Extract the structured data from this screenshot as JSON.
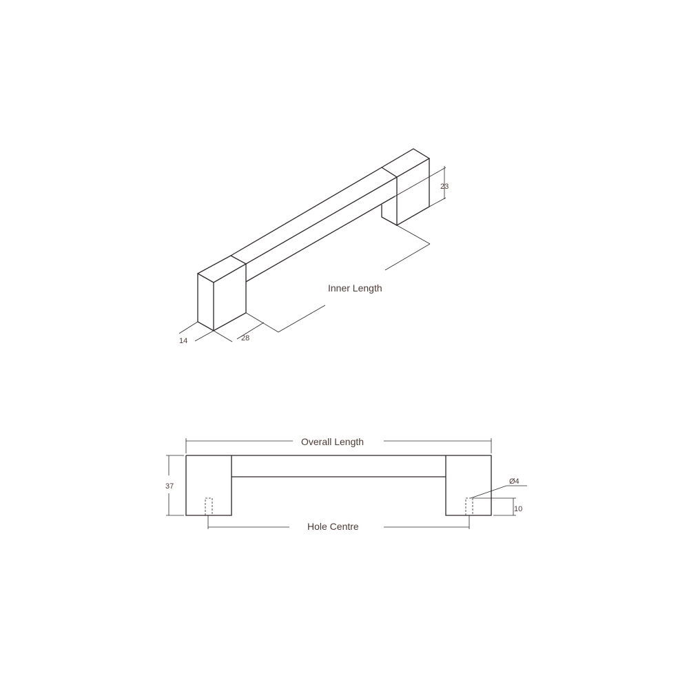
{
  "isometric_view": {
    "inner_length_label": "Inner Length",
    "dim_height": "23",
    "dim_width": "28",
    "dim_depth": "14"
  },
  "front_view": {
    "overall_length_label": "Overall Length",
    "hole_centre_label": "Hole Centre",
    "dim_height": "37",
    "dim_hole_diameter": "Ø4",
    "dim_hole_depth": "10"
  },
  "colors": {
    "line": "#2b2424",
    "text": "#4a3a36"
  }
}
